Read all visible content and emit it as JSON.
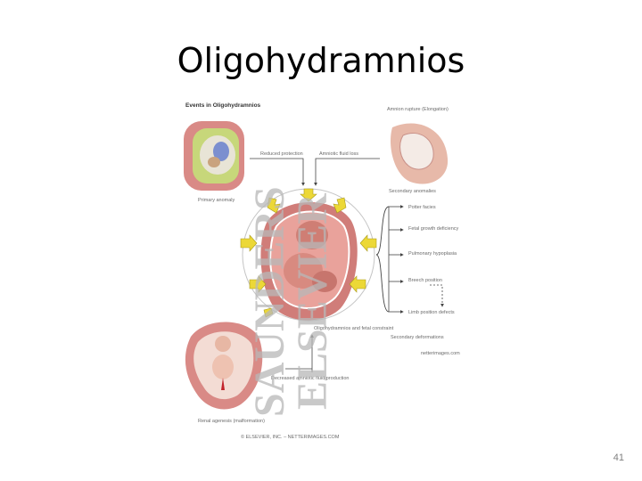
{
  "slide": {
    "title": "Oligohydramnios",
    "page_number": "41"
  },
  "figure": {
    "heading": "Events in Oligohydramnios",
    "labels": {
      "primary_anomaly": "Primary anomaly",
      "reduced_protection": "Reduced protection",
      "amniotic_fluid_loss": "Amniotic fluid loss",
      "amnion_rupture": "Amnion rupture (Elongation)",
      "secondary_anomalies": "Secondary anomalies",
      "potter_facies": "Potter facies",
      "growth_deficiency": "Fetal growth deficiency",
      "pulmonary_hypoplasia": "Pulmonary hypoplasia",
      "breech_position": "Breech position",
      "limb_position_defects": "Limb position defects",
      "secondary_deformations": "Secondary deformations",
      "oligohydramnios_constraint": "Oligohydramnios and fetal constraint",
      "decreased_amniotic_fluid": "Decreased amniotic fluid production",
      "renal_agenesis": "Renal agenesis (malformation)",
      "small_code": "netterimages.com"
    },
    "credit": "© ELSEVIER, INC. – NETTERIMAGES.COM",
    "watermark_lines": [
      "SAUNDERS",
      "ELSEVIER"
    ]
  }
}
